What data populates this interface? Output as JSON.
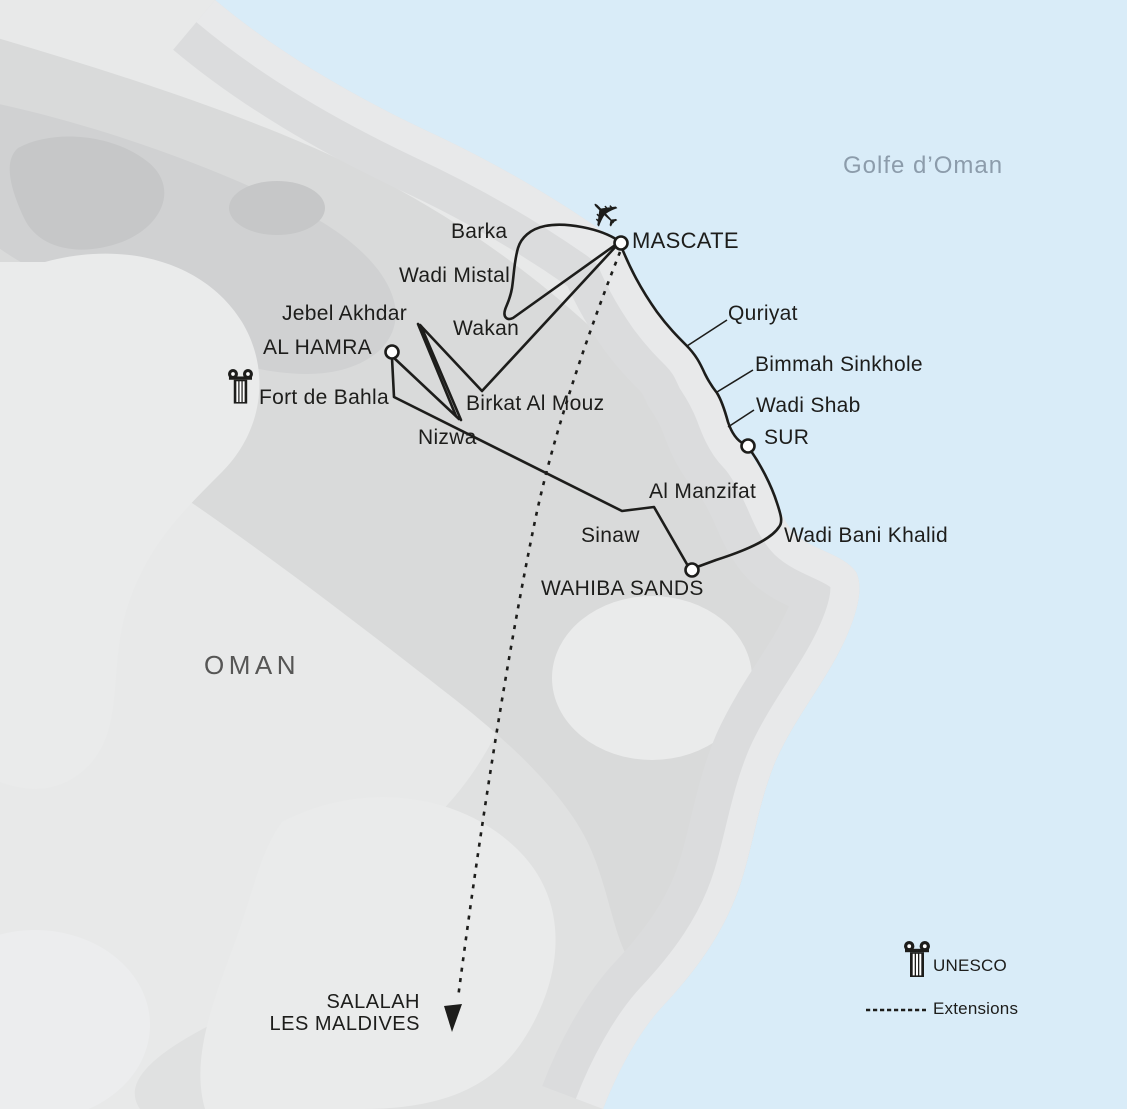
{
  "map": {
    "sea_label": "Golfe d’Oman",
    "country_label": "OMAN",
    "plane_glyph": "✈"
  },
  "places": {
    "mascate": "MASCATE",
    "barka": "Barka",
    "wadi_mistal": "Wadi Mistal",
    "wakan": "Wakan",
    "jebel_akhdar": "Jebel Akhdar",
    "al_hamra": "AL HAMRA",
    "fort_de_bahla": "Fort de Bahla",
    "nizwa": "Nizwa",
    "birkat_al_mouz": "Birkat Al Mouz",
    "quriyat": "Quriyat",
    "bimmah_sinkhole": "Bimmah Sinkhole",
    "wadi_shab": "Wadi Shab",
    "sur": "SUR",
    "al_manzifat": "Al Manzifat",
    "sinaw": "Sinaw",
    "wadi_bani_khalid": "Wadi Bani Khalid",
    "wahiba_sands": "WAHIBA SANDS",
    "salalah": "SALALAH",
    "les_maldives": "LES MALDIVES"
  },
  "legend": {
    "unesco_label": "UNESCO",
    "extensions_label": "Extensions"
  },
  "colors": {
    "water": "#d9ecf8",
    "land_base": "#e8e9e9",
    "terrain_mid": "#d9dada",
    "terrain_core": "#d0d1d2",
    "terrain_dark": "#c6c7c8",
    "terrain_se": "#e0e1e1",
    "terrain_light": "#eaebeb",
    "route": "#1d1d1b",
    "sea_label_color": "#8c9cab",
    "country_label_color": "#565655"
  }
}
